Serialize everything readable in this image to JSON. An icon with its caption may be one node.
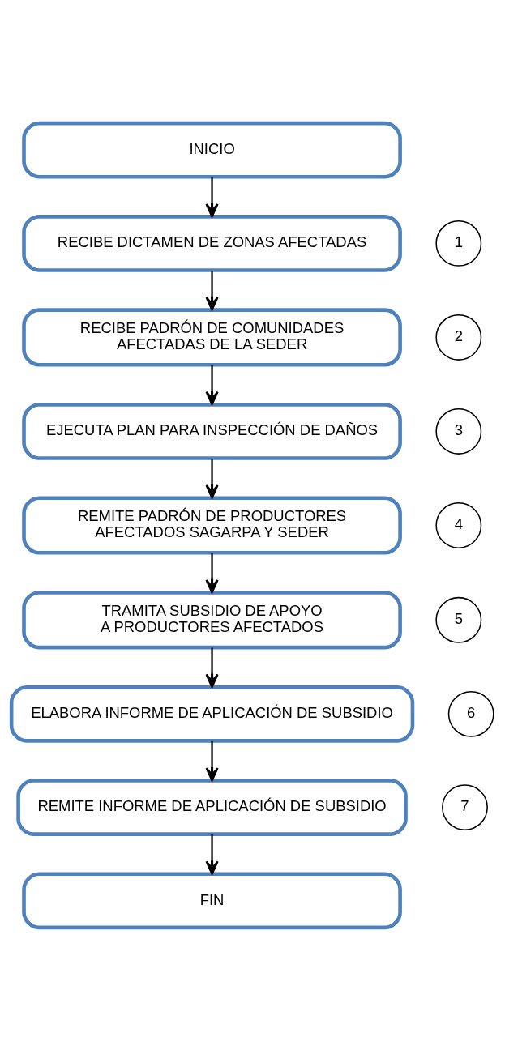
{
  "diagram": {
    "nodes": [
      {
        "text": [
          "INICIO"
        ]
      },
      {
        "text": [
          "1"
        ]
      },
      {
        "text": [
          "RECIBE DICTAMEN DE ZONAS AFECTADAS"
        ]
      },
      {
        "text": [
          "2"
        ]
      },
      {
        "text": [
          "RECIBE PADRÓN DE COMUNIDADES AFECTADAS DE LA SEDER"
        ]
      },
      {
        "text": [
          "3"
        ]
      },
      {
        "text": [
          "EJECUTA PLAN PARA INSPECCIÓN DE DAÑOS"
        ]
      },
      {
        "text": [
          "4"
        ]
      },
      {
        "text": [
          "REMITE PADRÓN DE PRODUCTORES AFECTADOS SAGARPA Y SEDER"
        ]
      },
      {
        "text": [
          "5"
        ]
      },
      {
        "text": [
          "TRAMITA SUBSIDIO DE APOYO A PRODUCTORES AFECTADOS"
        ]
      },
      {
        "text": [
          "6"
        ]
      },
      {
        "text": [
          "ELABORA INFORME DE APLICACIÓN DE SUBSIDIO"
        ]
      },
      {
        "text": [
          "7"
        ]
      },
      {
        "text": [
          "REMITE INFORME DE APLICACIÓN DE SUBSIDIO"
        ]
      },
      {
        "text": [
          "FIN"
        ]
      }
    ],
    "edges": [
      {
        "from": 0,
        "to": 2,
        "arrow": "to"
      },
      {
        "from": 2,
        "to": 4,
        "arrow": "to"
      },
      {
        "from": 4,
        "to": 6,
        "arrow": "to"
      },
      {
        "from": 6,
        "to": 8,
        "arrow": "to"
      },
      {
        "from": 8,
        "to": 10,
        "arrow": "to"
      },
      {
        "from": 10,
        "to": 12,
        "arrow": "to"
      },
      {
        "from": 12,
        "to": 14,
        "arrow": "to"
      },
      {
        "from": 14,
        "to": 15,
        "arrow": "to"
      }
    ]
  }
}
